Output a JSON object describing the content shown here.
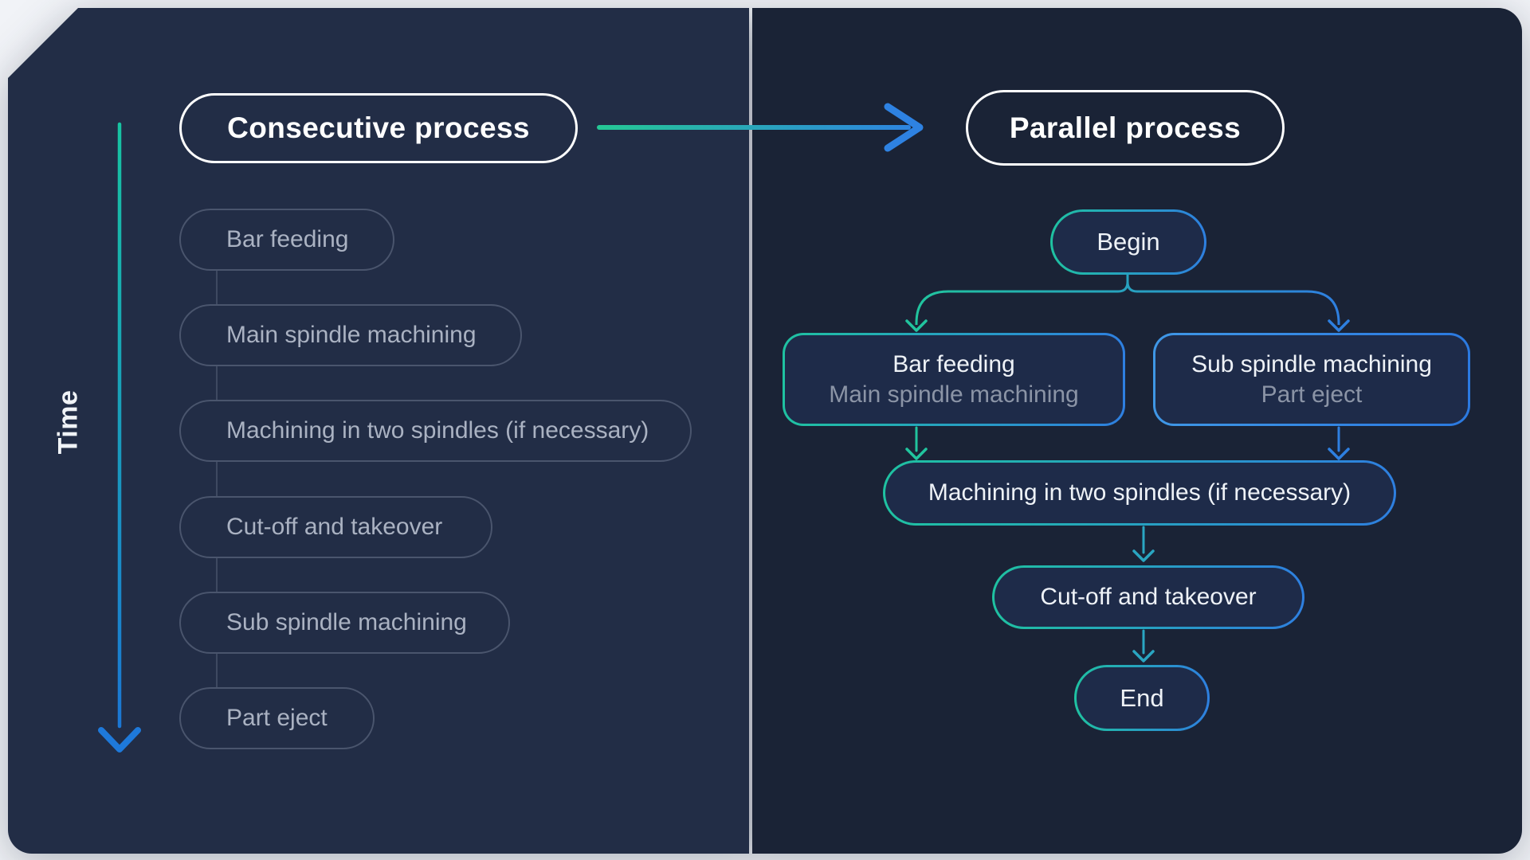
{
  "diagram": {
    "left_panel": {
      "title": "Consecutive process",
      "time_axis_label": "Time",
      "steps": [
        "Bar feeding",
        "Main spindle machining",
        "Machining in two spindles (if necessary)",
        "Cut-off and takeover",
        "Sub spindle machining",
        "Part eject"
      ]
    },
    "right_panel": {
      "title": "Parallel process",
      "begin_label": "Begin",
      "parallel_branches": [
        {
          "line1": "Bar feeding",
          "line2": "Main spindle machining"
        },
        {
          "line1": "Sub spindle machining",
          "line2": "Part eject"
        }
      ],
      "merge_step": "Machining in two spindles (if necessary)",
      "next_step": "Cut-off and takeover",
      "end_label": "End"
    },
    "colors": {
      "outer_background": "#f1f3f7",
      "left_panel_background": "#222d46",
      "right_panel_background": "#1a2336",
      "node_fill": "#1e2b49",
      "accent_teal": "#1fc2a1",
      "accent_blue": "#2e7fe0",
      "accent_cyan": "#2aa6c2",
      "muted_border": "#4a556d",
      "muted_text": "#aab2c2",
      "subtitle_text": "#8b94a6",
      "title_text": "#ffffff"
    }
  }
}
